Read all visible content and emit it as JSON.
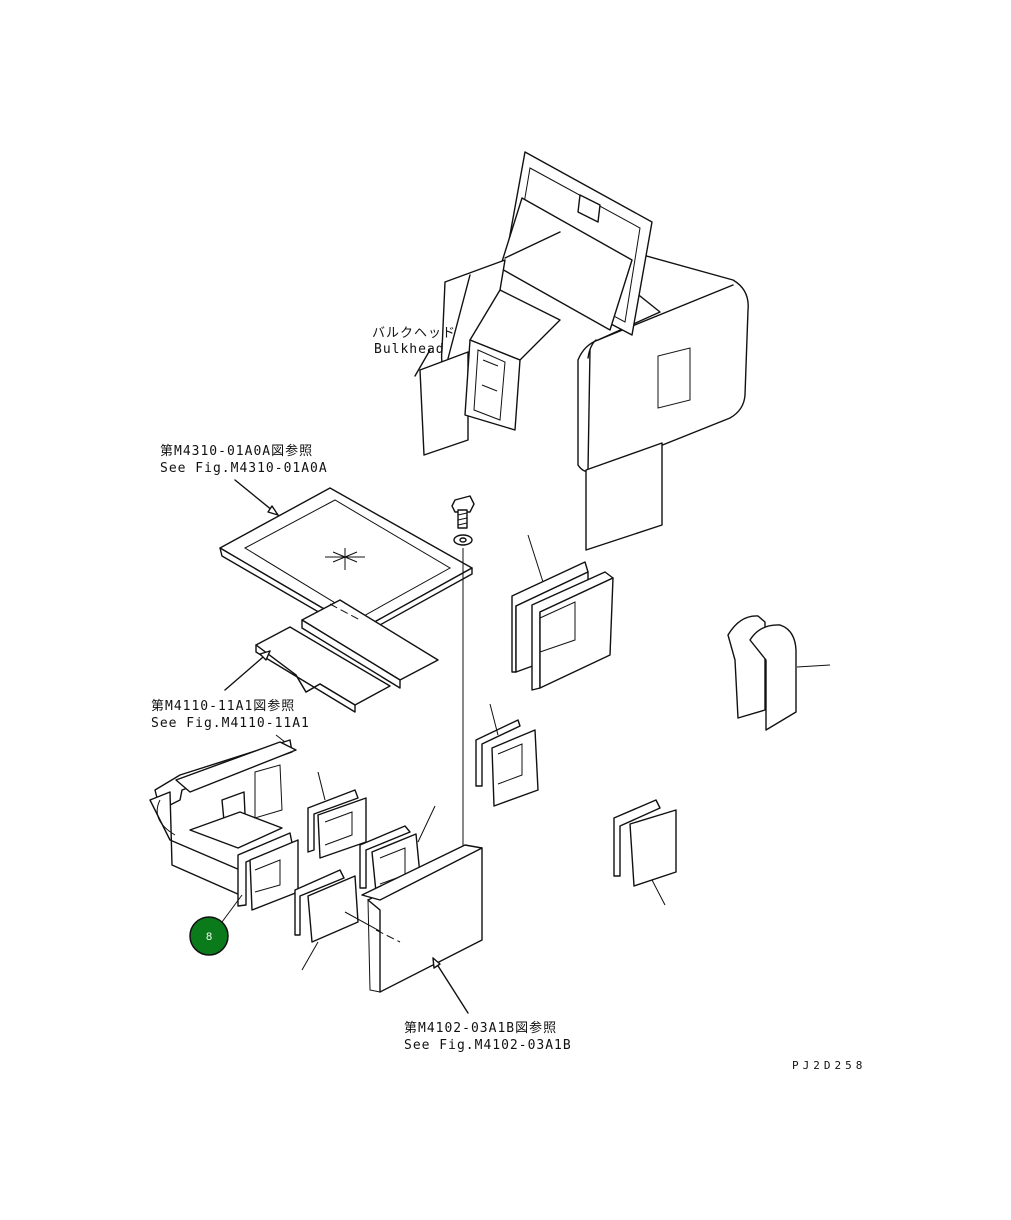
{
  "labels": {
    "bulkhead_jp": "バルクヘッド",
    "bulkhead_en": "Bulkhead",
    "ref1_jp": "第M4310-01A0A図参照",
    "ref1_en": "See Fig.M4310-01A0A",
    "ref2_jp": "第M4110-11A1図参照",
    "ref2_en": "See Fig.M4110-11A1",
    "ref3_jp": "第M4102-03A1B図参照",
    "ref3_en": "See Fig.M4102-03A1B"
  },
  "callout": {
    "number": "8",
    "color": "#0a7a1a"
  },
  "drawing_code": "PJ2D258"
}
